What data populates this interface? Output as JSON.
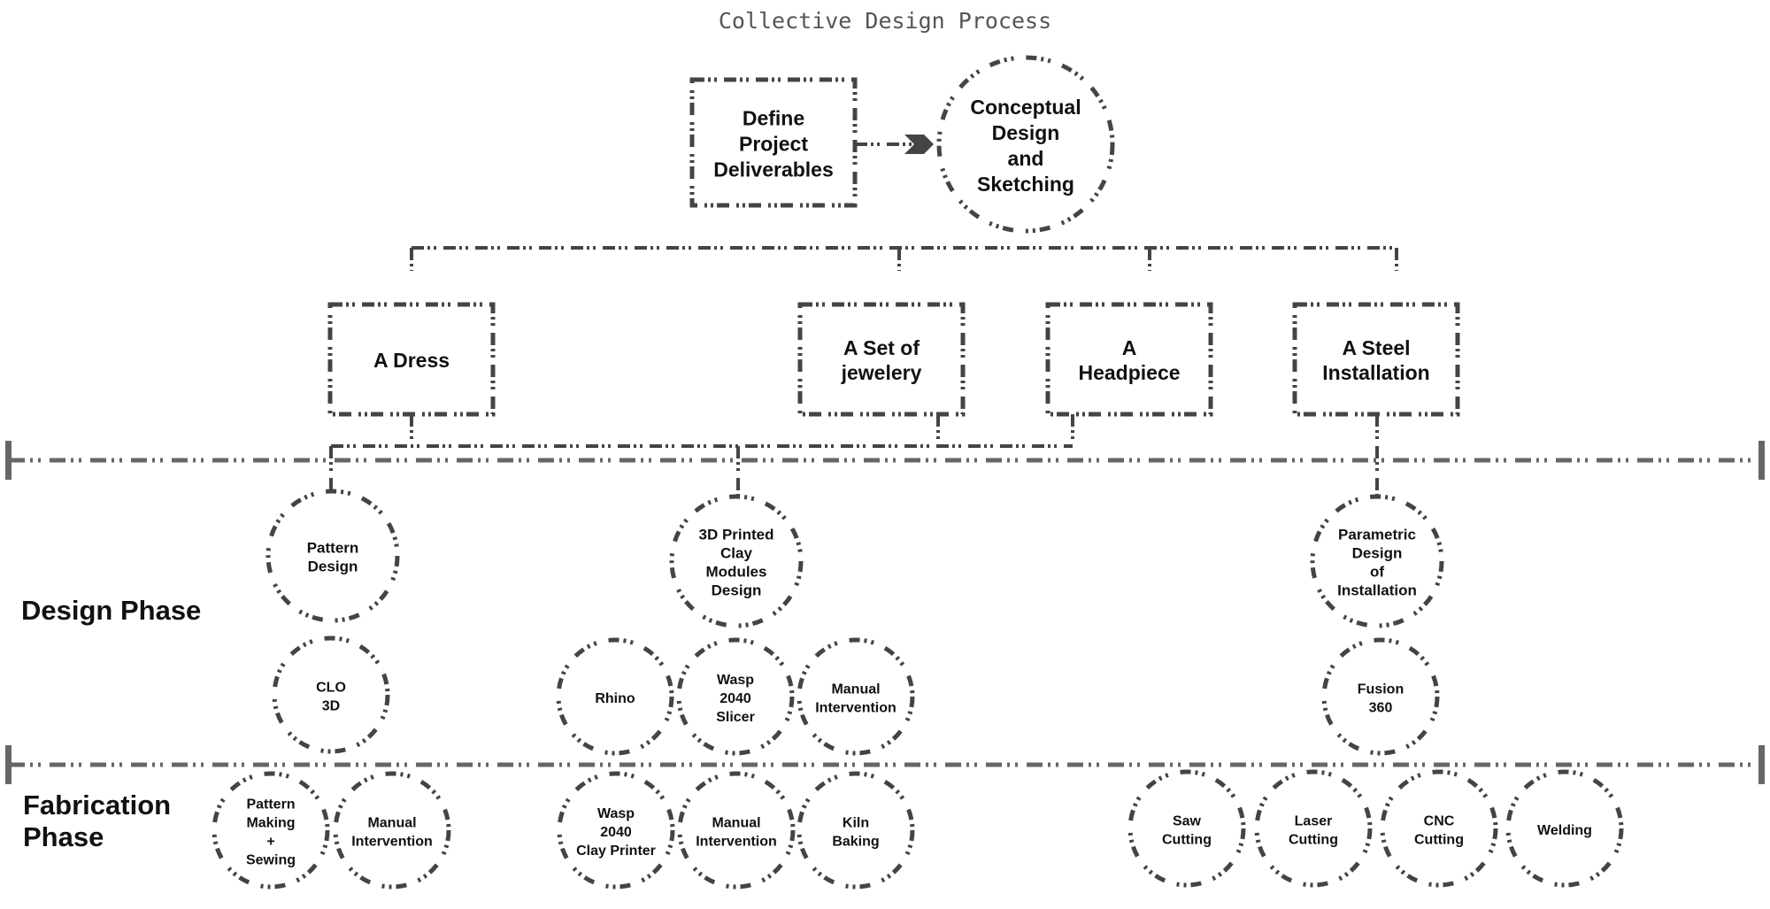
{
  "title": "Collective Design Process",
  "colors": {
    "outline": "#444444",
    "phase_line": "#666666",
    "text": "#111111",
    "title": "#555555",
    "background": "#ffffff"
  },
  "phases": [
    {
      "id": "design",
      "label_lines": [
        "Design Phase"
      ]
    },
    {
      "id": "fabrication",
      "label_lines": [
        "Fabrication",
        "Phase"
      ]
    }
  ],
  "top_nodes": [
    {
      "id": "define",
      "shape": "box",
      "lines": [
        "Define",
        "Project",
        "Deliverables"
      ]
    },
    {
      "id": "conceptual",
      "shape": "circle",
      "lines": [
        "Conceptual",
        "Design",
        "and",
        "Sketching"
      ]
    }
  ],
  "top_arrow": {
    "from": "define",
    "to": "conceptual"
  },
  "deliverables": [
    {
      "id": "dress",
      "lines": [
        "A Dress"
      ]
    },
    {
      "id": "jewelry",
      "lines": [
        "A Set of",
        "jewelery"
      ]
    },
    {
      "id": "headpiece",
      "lines": [
        "A",
        "Headpiece"
      ]
    },
    {
      "id": "steel",
      "lines": [
        "A Steel",
        "Installation"
      ]
    }
  ],
  "design_nodes": [
    {
      "id": "pattern-design",
      "lines": [
        "Pattern",
        "Design"
      ]
    },
    {
      "id": "clay-modules-design",
      "lines": [
        "3D Printed",
        "Clay",
        "Modules",
        "Design"
      ]
    },
    {
      "id": "parametric-design",
      "lines": [
        "Parametric",
        "Design",
        "of",
        "Installation"
      ]
    }
  ],
  "design_tools": [
    {
      "id": "clo-3d",
      "lines": [
        "CLO",
        "3D"
      ]
    },
    {
      "id": "rhino",
      "lines": [
        "Rhino"
      ]
    },
    {
      "id": "wasp-slicer",
      "lines": [
        "Wasp",
        "2040",
        "Slicer"
      ]
    },
    {
      "id": "manual-intervention-design",
      "lines": [
        "Manual",
        "Intervention"
      ]
    },
    {
      "id": "fusion-360",
      "lines": [
        "Fusion",
        "360"
      ]
    }
  ],
  "fabrication_nodes": [
    {
      "id": "pattern-making-sewing",
      "lines": [
        "Pattern",
        "Making",
        "+",
        "Sewing"
      ]
    },
    {
      "id": "manual-intervention-dress",
      "lines": [
        "Manual",
        "Intervention"
      ]
    },
    {
      "id": "wasp-clay-printer",
      "lines": [
        "Wasp",
        "2040",
        "Clay Printer"
      ]
    },
    {
      "id": "manual-intervention-clay",
      "lines": [
        "Manual",
        "Intervention"
      ]
    },
    {
      "id": "kiln-baking",
      "lines": [
        "Kiln",
        "Baking"
      ]
    },
    {
      "id": "saw-cutting",
      "lines": [
        "Saw",
        "Cutting"
      ]
    },
    {
      "id": "laser-cutting",
      "lines": [
        "Laser",
        "Cutting"
      ]
    },
    {
      "id": "cnc-cutting",
      "lines": [
        "CNC",
        "Cutting"
      ]
    },
    {
      "id": "welding",
      "lines": [
        "Welding"
      ]
    }
  ]
}
